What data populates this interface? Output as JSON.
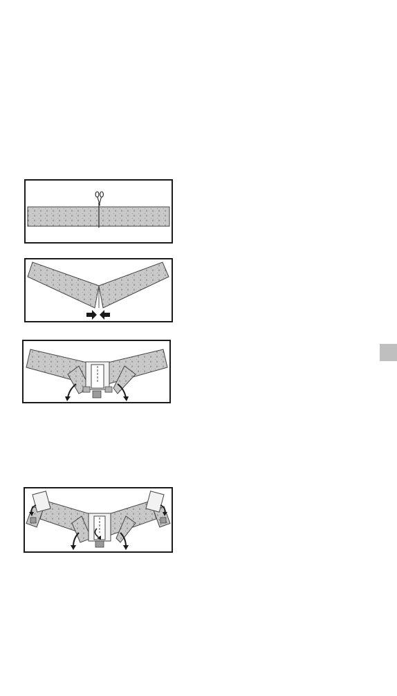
{
  "page": {
    "background": "#ffffff",
    "tab_color": "#bfbfbf",
    "panels": [
      {
        "name": "step-cut-strip",
        "icons": [
          "scissors-icon"
        ]
      },
      {
        "name": "step-fold-v",
        "icons": [
          "arrow-right-icon",
          "arrow-left-icon"
        ]
      },
      {
        "name": "step-fold-down",
        "icons": [
          "curved-arrow-left-icon",
          "curved-arrow-right-icon"
        ]
      },
      {
        "name": "step-final-folds",
        "icons": [
          "curved-arrow-icon"
        ]
      }
    ]
  }
}
